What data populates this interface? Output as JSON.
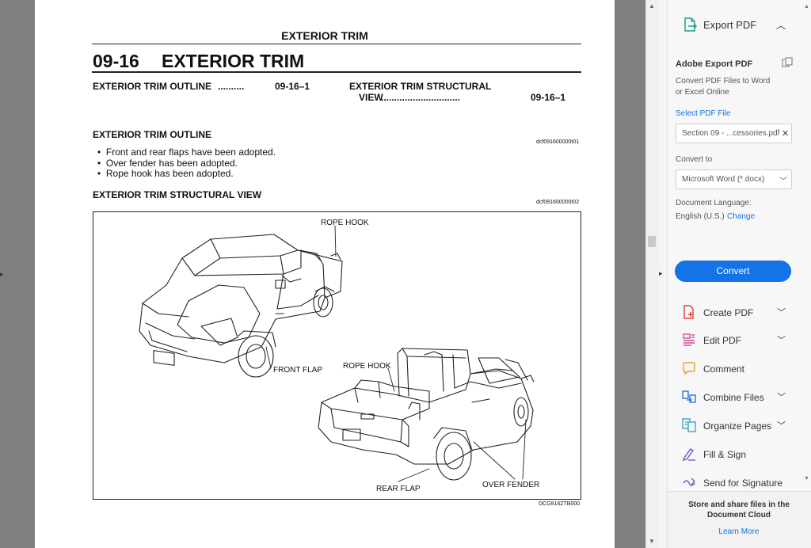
{
  "document": {
    "page_header": "EXTERIOR TRIM",
    "section_number": "09-16",
    "section_title": "EXTERIOR TRIM",
    "toc": [
      {
        "label": "EXTERIOR TRIM OUTLINE",
        "dots": "..........",
        "page": "09-16–1"
      },
      {
        "label": "EXTERIOR TRIM STRUCTURAL",
        "label2": "VIEW",
        "dots": "..............................",
        "page": "09-16–1"
      }
    ],
    "outline_heading": "EXTERIOR TRIM OUTLINE",
    "outline_code": "dcf091600000t01",
    "bullets": [
      "Front and rear flaps have been adopted.",
      "Over fender has been adopted.",
      "Rope hook has been adopted."
    ],
    "structural_heading": "EXTERIOR TRIM STRUCTURAL VIEW",
    "structural_code": "dcf091600000t02",
    "figure": {
      "labels": {
        "rope_hook_top": "ROPE HOOK",
        "front_flap": "FRONT FLAP",
        "rope_hook_bottom": "ROPE HOOK",
        "rear_flap": "REAR FLAP",
        "over_fender": "OVER FENDER"
      },
      "code": "DCG916ZTB000"
    }
  },
  "tools_panel": {
    "export_pdf": {
      "title": "Export PDF",
      "card_title": "Adobe Export PDF",
      "description_line1": "Convert PDF Files to Word",
      "description_line2": "or Excel Online",
      "select_file_label": "Select PDF File",
      "file_name": "Section 09 - ...cessories.pdf",
      "convert_to_label": "Convert to",
      "format_selected": "Microsoft Word (*.docx)",
      "language_label": "Document Language:",
      "language_value": "English (U.S.)",
      "change_link": "Change",
      "convert_button": "Convert"
    },
    "tools": [
      {
        "label": "Create PDF",
        "icon": "create-pdf-icon",
        "has_chevron": true
      },
      {
        "label": "Edit PDF",
        "icon": "edit-pdf-icon",
        "has_chevron": true
      },
      {
        "label": "Comment",
        "icon": "comment-icon",
        "has_chevron": false
      },
      {
        "label": "Combine Files",
        "icon": "combine-files-icon",
        "has_chevron": true
      },
      {
        "label": "Organize Pages",
        "icon": "organize-pages-icon",
        "has_chevron": true
      },
      {
        "label": "Fill & Sign",
        "icon": "fill-sign-icon",
        "has_chevron": false
      },
      {
        "label": "Send for Signature",
        "icon": "send-signature-icon",
        "has_chevron": false
      }
    ],
    "cloud": {
      "line1": "Store and share files in the",
      "line2": "Document Cloud",
      "learn_more": "Learn More"
    }
  },
  "colors": {
    "accent": "#1473e6",
    "viewer_background": "#7f7f7f",
    "panel_background": "#f7f7f7"
  }
}
